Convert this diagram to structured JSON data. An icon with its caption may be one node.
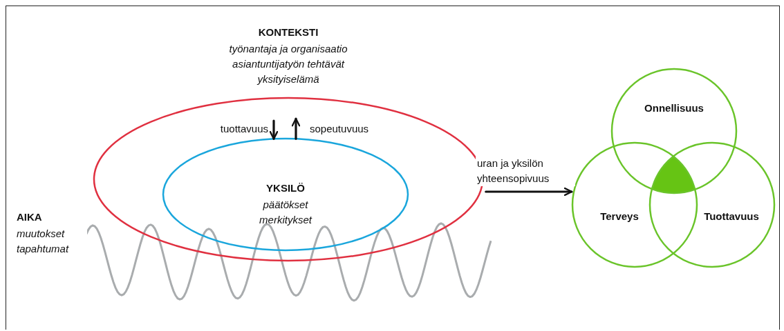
{
  "diagram": {
    "nodes": [
      {
        "text": [
          "KONTEKSTI",
          "työnantaja ja organisaatio asiantuntijatyön tehtävät yksityiselämä"
        ]
      },
      {
        "text": [
          "YKSILÖ",
          "päätökset merkitykset"
        ],
        "in": 0
      },
      {
        "text": [
          "Onnellisuus"
        ]
      },
      {
        "text": [
          "Terveys"
        ]
      },
      {
        "text": [
          "Tuottavuus"
        ]
      }
    ],
    "edges": [
      {
        "from": null,
        "to": 1,
        "arrow": "to",
        "label": "tuottavuus"
      },
      {
        "from": 1,
        "to": null,
        "arrow": "to",
        "label": "sopeutuvuus"
      },
      {
        "from": 0,
        "to": 3,
        "arrow": "to",
        "label": "uran ja yksilön yhteensopivuus"
      }
    ],
    "labels": [
      "AIKA",
      "muutokset tapahtumat"
    ]
  }
}
